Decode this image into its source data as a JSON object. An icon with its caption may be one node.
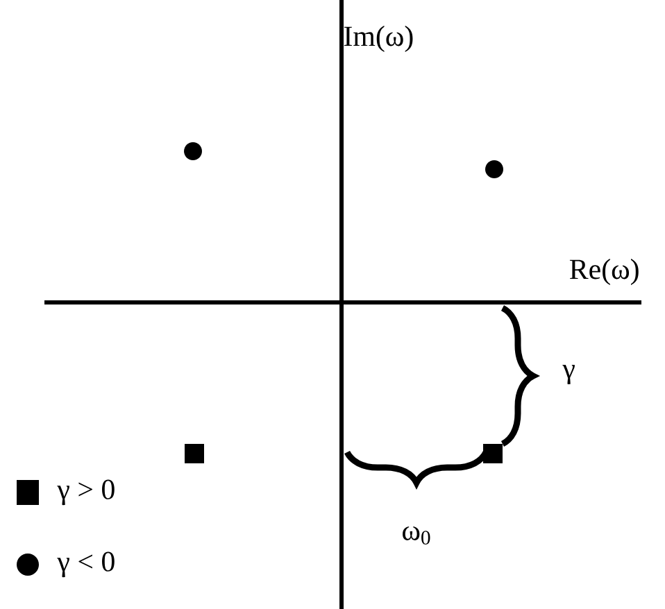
{
  "diagram": {
    "labels": [
      "Im(ω)",
      "Re(ω)",
      "γ",
      "ω$_{0}$"
    ],
    "legend": [
      {
        "text": "γ > 0"
      },
      {
        "text": "γ < 0"
      }
    ]
  }
}
